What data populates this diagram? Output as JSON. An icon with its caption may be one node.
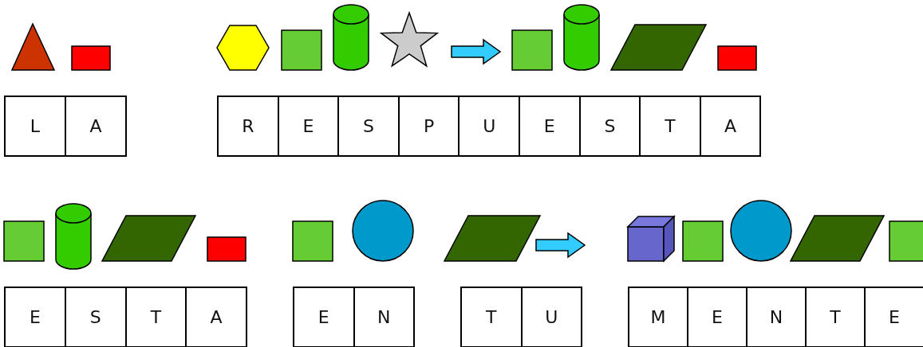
{
  "diagram": {
    "labels": [
      "L",
      "A",
      "R",
      "E",
      "S",
      "P",
      "U",
      "E",
      "S",
      "T",
      "A",
      "E",
      "S",
      "T",
      "A",
      "E",
      "N",
      "T",
      "U",
      "M",
      "E",
      "N",
      "T",
      "E"
    ]
  }
}
